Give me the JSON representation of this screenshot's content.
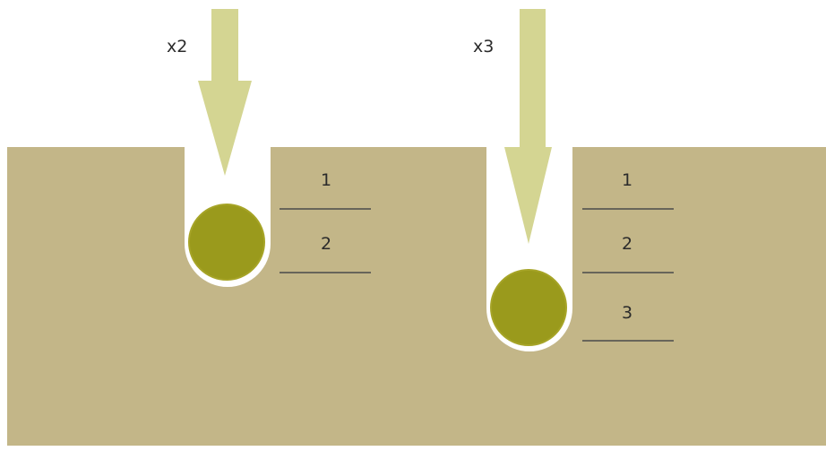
{
  "colors": {
    "background": "#ffffff",
    "soil": "#c3b688",
    "hole": "#ffffff",
    "arrow": "#d4d592",
    "seed": "#9a9a1c",
    "seed_edge": "#a6a427",
    "rule_line": "#4a4a4a",
    "text": "#2b2b2b"
  },
  "left_planting": {
    "multiplier": "x2",
    "depth_labels": [
      "1",
      "2"
    ]
  },
  "right_planting": {
    "multiplier": "x3",
    "depth_labels": [
      "1",
      "2",
      "3"
    ]
  }
}
